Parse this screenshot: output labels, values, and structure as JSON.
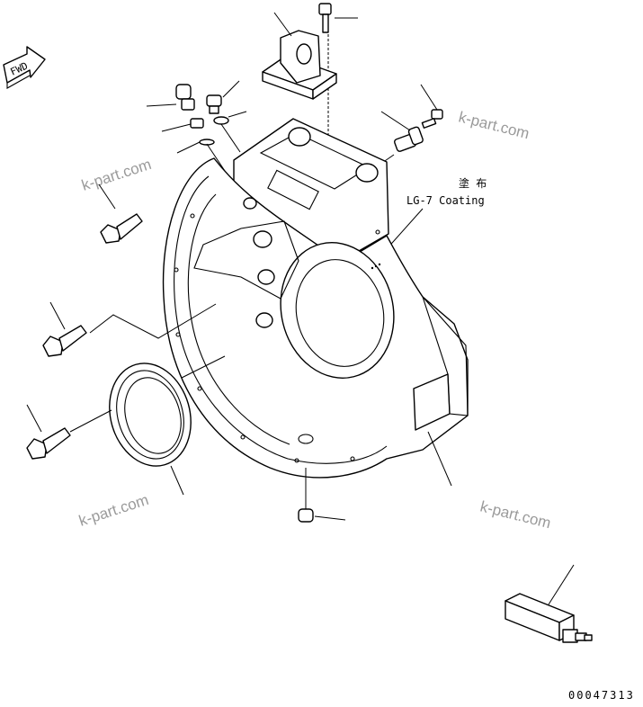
{
  "direction_arrow": {
    "label": "FWD"
  },
  "coating_note": {
    "japanese": "塗 布",
    "english": "LG-7 Coating"
  },
  "watermarks": [
    "k-part.com",
    "k-part.com",
    "k-part.com",
    "k-part.com"
  ],
  "drawing_number": "00047313"
}
